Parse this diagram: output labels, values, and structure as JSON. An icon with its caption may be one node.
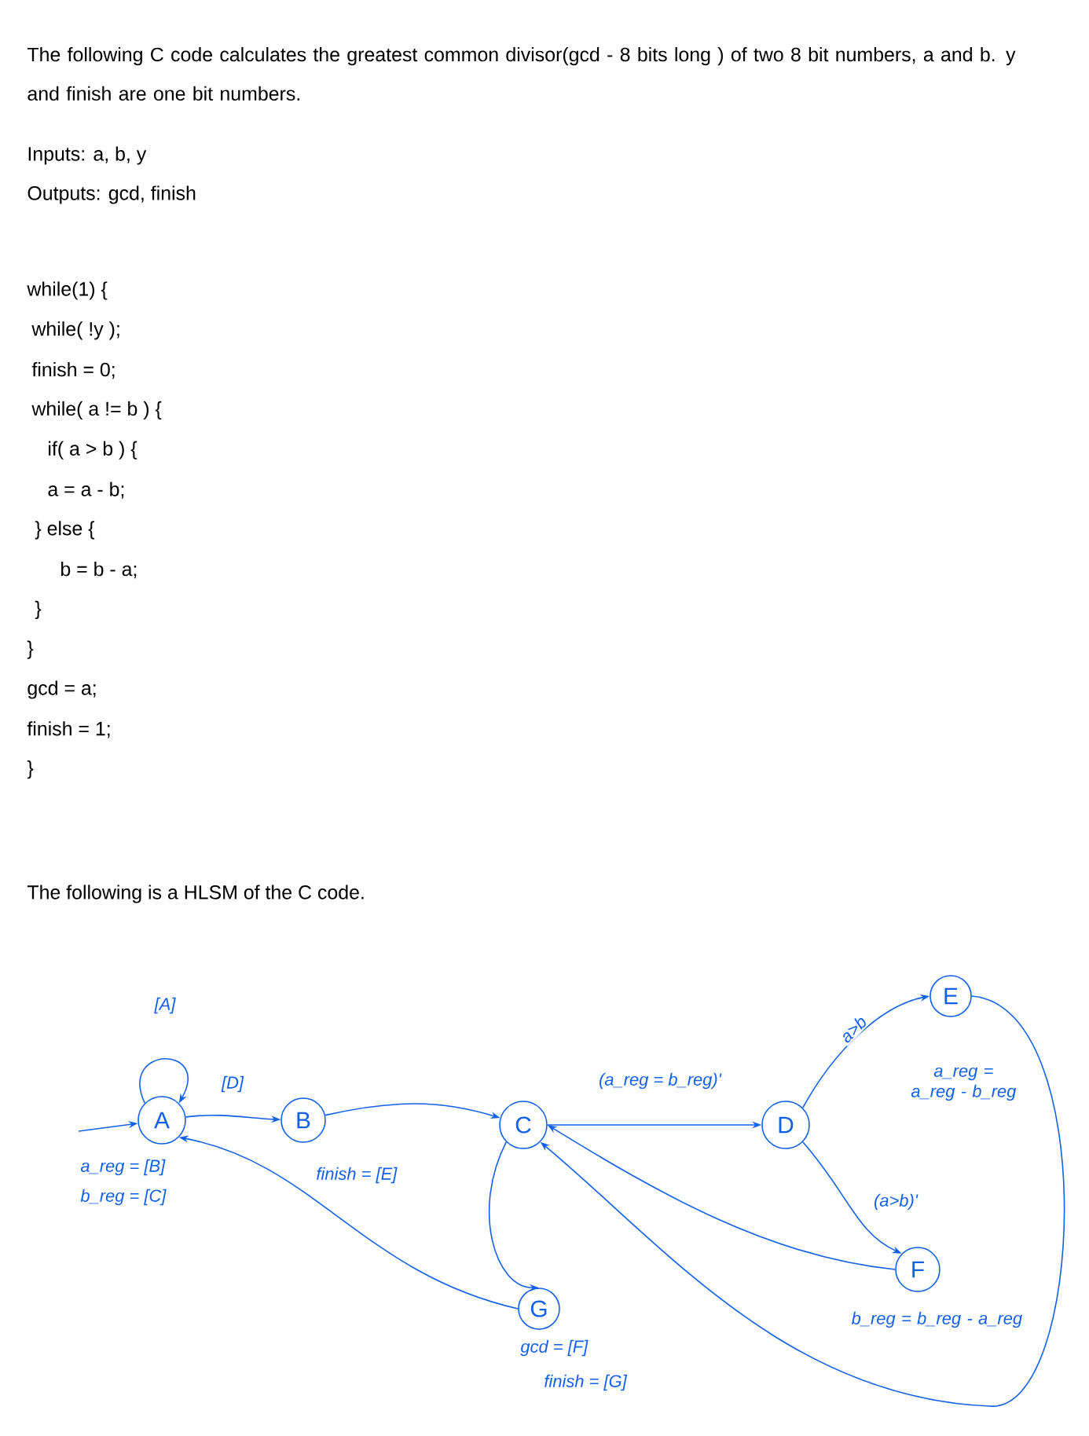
{
  "diagram": {
    "nodes": [
      {
        "text": [
          "A"
        ],
        "beside": [
          "a_reg = [B]",
          "b_reg = [C]"
        ]
      },
      {
        "text": [
          "B"
        ],
        "beside": [
          "finish = [E]"
        ]
      },
      {
        "text": [
          "C"
        ]
      },
      {
        "text": [
          "D"
        ]
      },
      {
        "text": [
          "E"
        ],
        "beside": [
          "a_reg = a_reg - b_reg"
        ]
      },
      {
        "text": [
          "F"
        ],
        "beside": [
          "b_reg = b_reg - a_reg"
        ]
      },
      {
        "text": [
          "G"
        ],
        "beside": [
          "gcd = [F]",
          "finish = [G]"
        ]
      }
    ],
    "edges": [
      {
        "from": null,
        "to": 0,
        "arrow": "to"
      },
      {
        "from": 0,
        "to": 0,
        "arrow": "to",
        "label": "[A]"
      },
      {
        "from": 0,
        "to": 1,
        "arrow": "to",
        "label": "[D]"
      },
      {
        "from": 1,
        "to": 2,
        "arrow": "to"
      },
      {
        "from": 2,
        "to": 3,
        "arrow": "to",
        "label": "(a_reg = b_reg)'"
      },
      {
        "from": 3,
        "to": 4,
        "arrow": "to",
        "label": "a>b"
      },
      {
        "from": 3,
        "to": 5,
        "arrow": "to",
        "label": "(a>b)'"
      },
      {
        "from": 4,
        "to": 2,
        "arrow": "to"
      },
      {
        "from": 5,
        "to": 2,
        "arrow": "to"
      },
      {
        "from": 2,
        "to": 6,
        "arrow": "to"
      },
      {
        "from": 6,
        "to": 0,
        "arrow": "to"
      }
    ],
    "labels": [
      "The following C code calculates the greatest common divisor(gcd - 8 bits long ) of two 8 bit numbers, a and b. y and finish are one bit numbers.",
      "Inputs:  a,  b, y",
      "Outputs:  gcd,  finish",
      "while(1) {",
      "while( !y );",
      "finish = 0;",
      "while( a != b ) {",
      "if( a > b ) {",
      "a = a - b;",
      "} else {",
      "b = b - a;",
      "}",
      "}",
      "gcd = a;",
      "finish = 1;",
      "}",
      "The following is a HLSM of the C code."
    ]
  }
}
